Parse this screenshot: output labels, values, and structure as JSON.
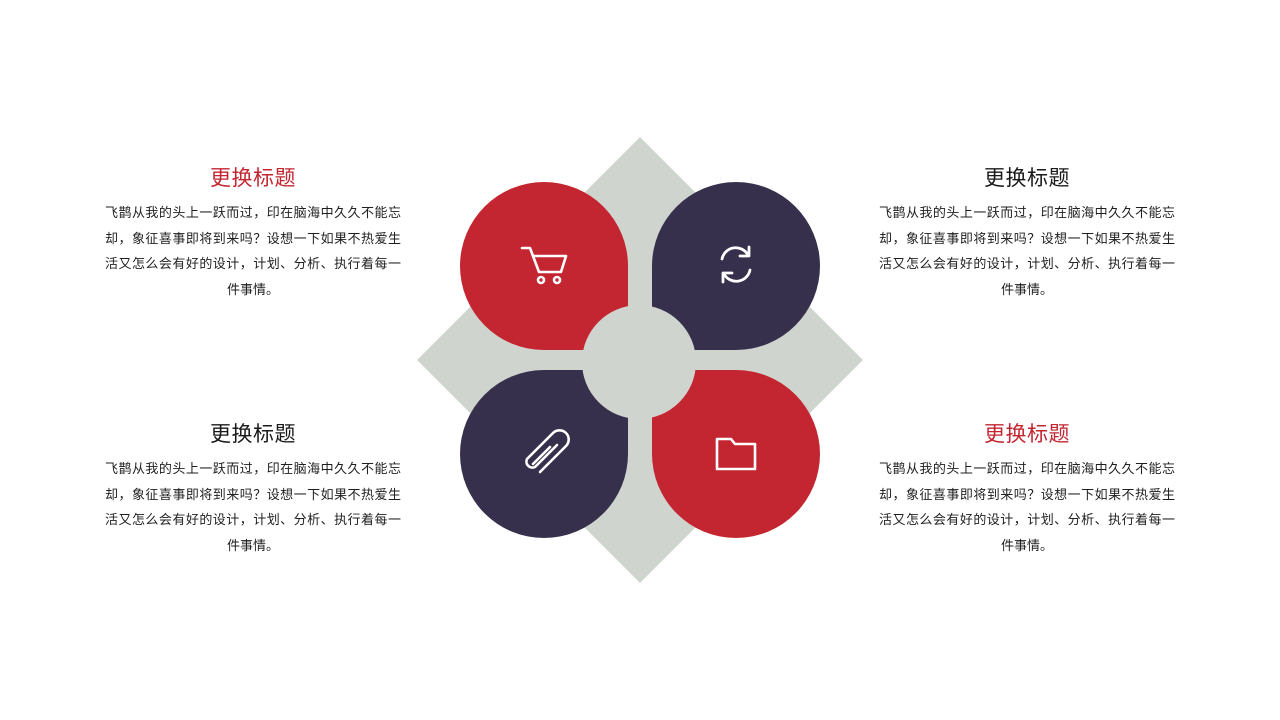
{
  "colors": {
    "red": "#C32631",
    "navy": "#36304C",
    "gray": "#D0D4CF",
    "white": "#FFFFFF"
  },
  "blocks": {
    "top_left": {
      "title": "更换标题",
      "body": "飞鹊从我的头上一跃而过，印在脑海中久久不能忘却，象征喜事即将到来吗？设想一下如果不热爱生活又怎么会有好的设计，计划、分析、执行着每一件事情。",
      "accent": "red"
    },
    "top_right": {
      "title": "更换标题",
      "body": "飞鹊从我的头上一跃而过，印在脑海中久久不能忘却，象征喜事即将到来吗？设想一下如果不热爱生活又怎么会有好的设计，计划、分析、执行着每一件事情。",
      "accent": "dark"
    },
    "bottom_left": {
      "title": "更换标题",
      "body": "飞鹊从我的头上一跃而过，印在脑海中久久不能忘却，象征喜事即将到来吗？设想一下如果不热爱生活又怎么会有好的设计，计划、分析、执行着每一件事情。",
      "accent": "dark"
    },
    "bottom_right": {
      "title": "更换标题",
      "body": "飞鹊从我的头上一跃而过，印在脑海中久久不能忘却，象征喜事即将到来吗？设想一下如果不热爱生活又怎么会有好的设计，计划、分析、执行着每一件事情。",
      "accent": "red"
    }
  },
  "petals": [
    {
      "position": "top-left",
      "color": "red",
      "icon": "shopping-cart-icon"
    },
    {
      "position": "top-right",
      "color": "navy",
      "icon": "refresh-icon"
    },
    {
      "position": "bottom-left",
      "color": "navy",
      "icon": "paperclip-icon"
    },
    {
      "position": "bottom-right",
      "color": "red",
      "icon": "folder-icon"
    }
  ]
}
